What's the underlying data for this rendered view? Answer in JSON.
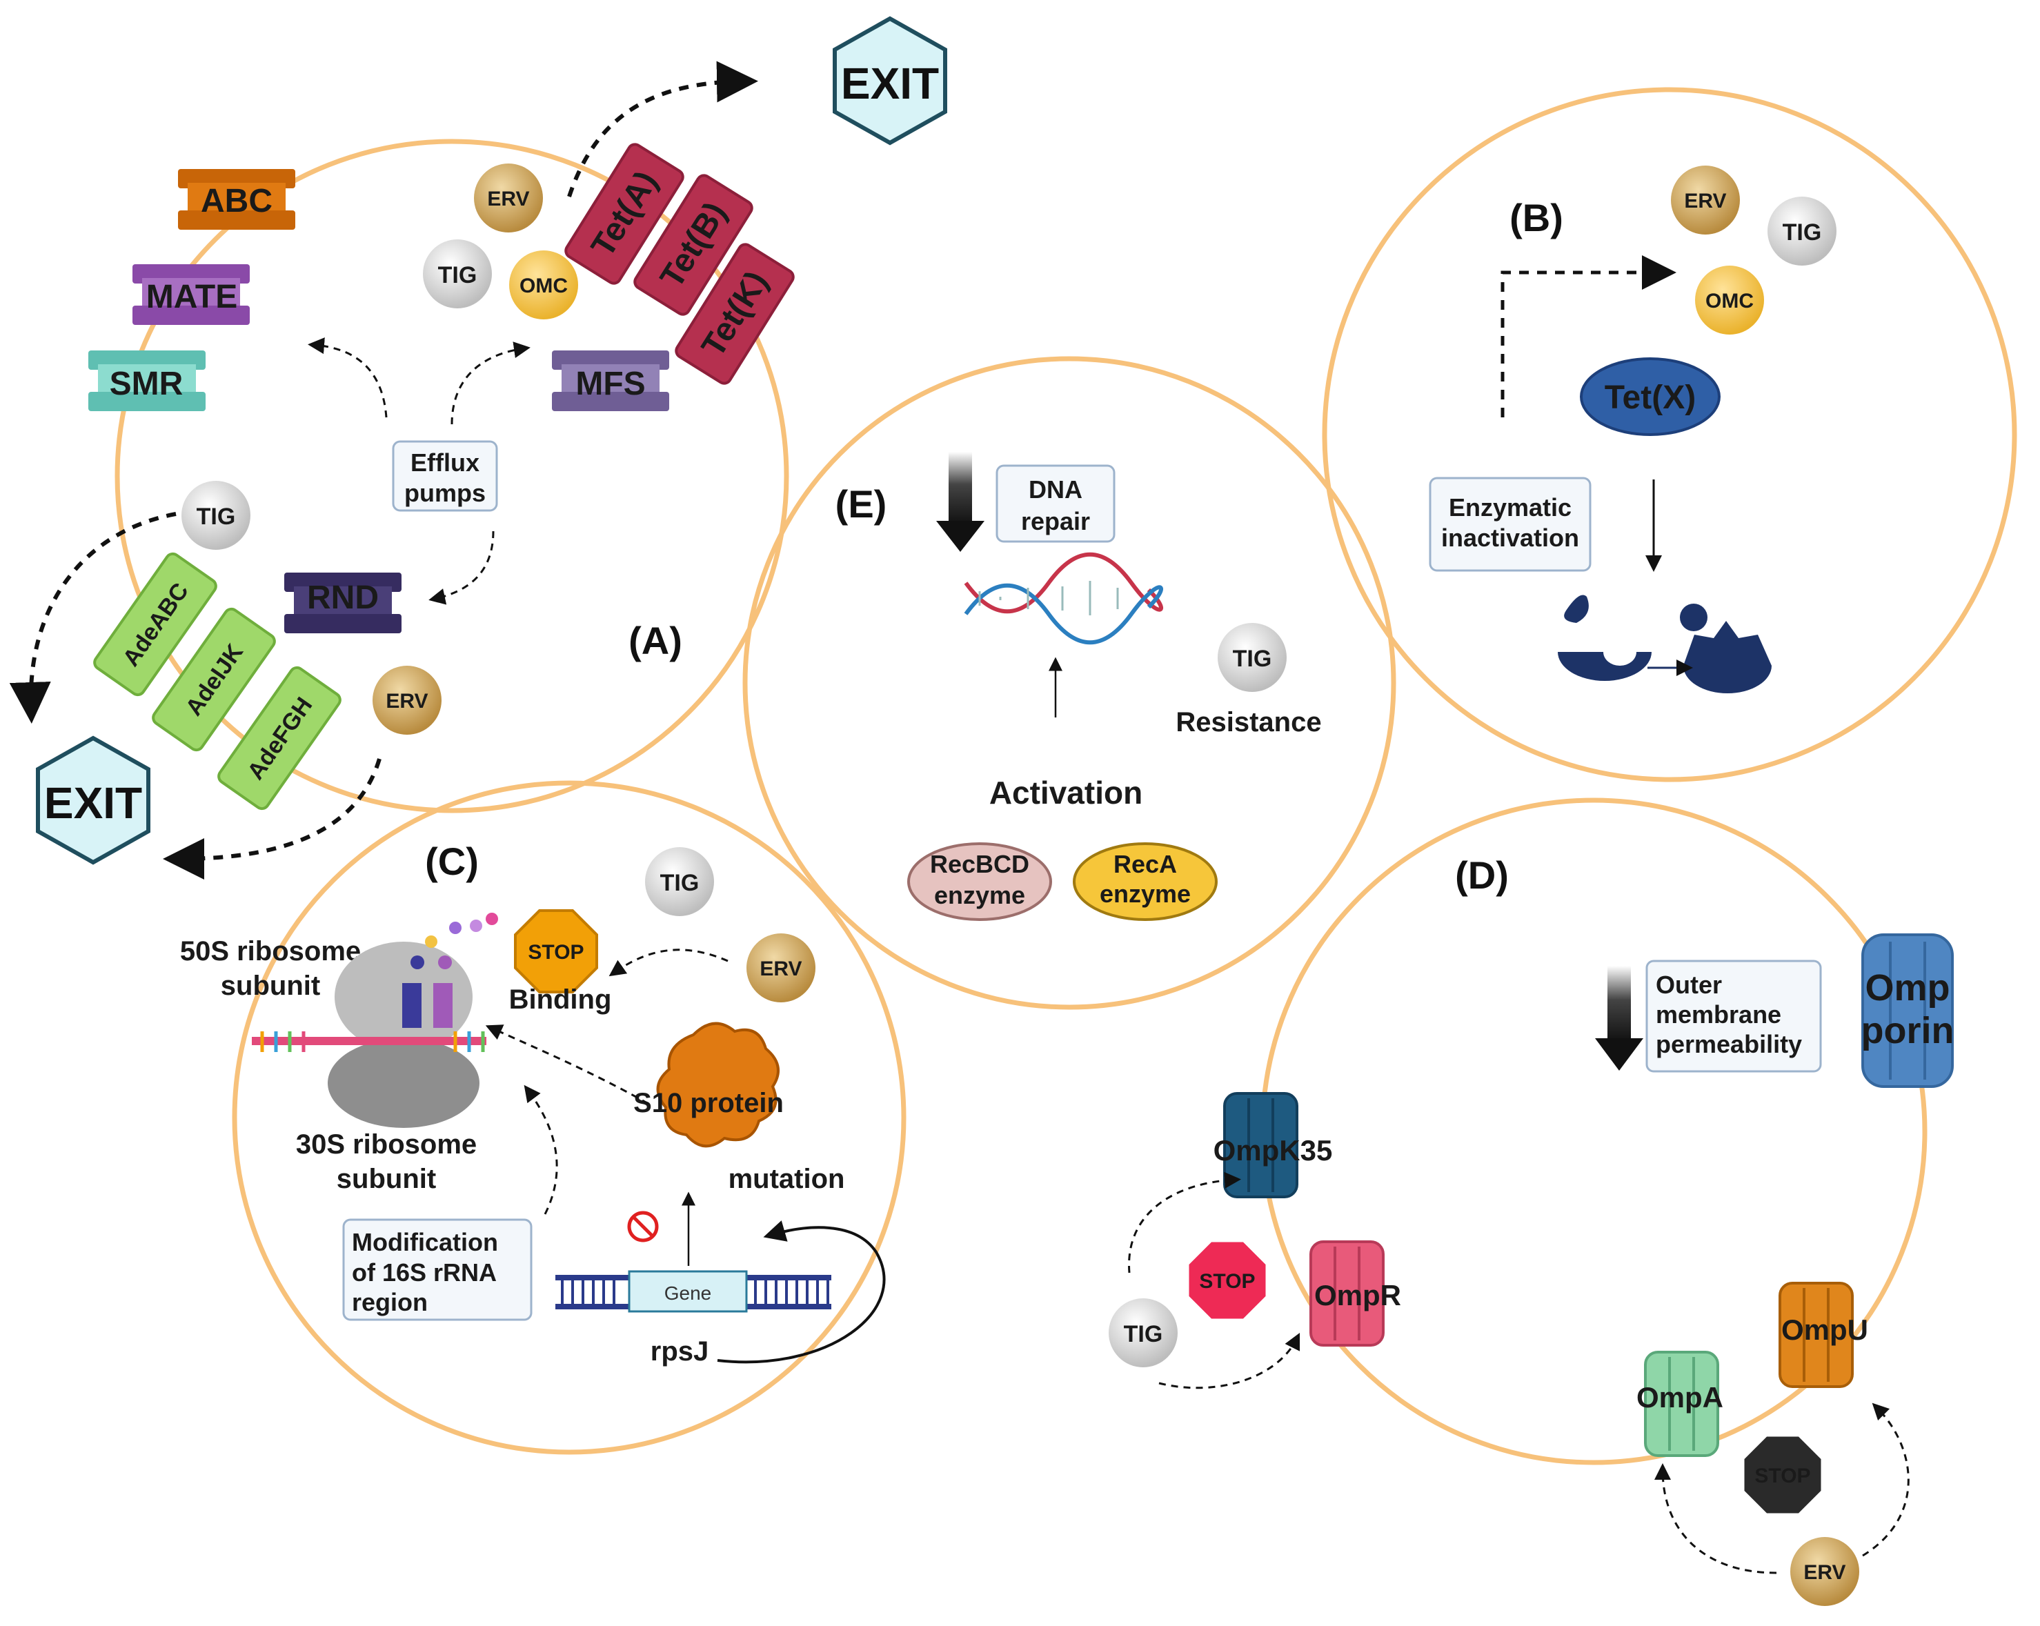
{
  "panels": {
    "a": "(A)",
    "b": "(B)",
    "c": "(C)",
    "d": "(D)",
    "e": "(E)"
  },
  "exit": {
    "top": "EXIT",
    "bottom": "EXIT"
  },
  "pumps": {
    "abc": "ABC",
    "mate": "MATE",
    "smr": "SMR",
    "mfs": "MFS",
    "rnd": "RND",
    "tet_a": "Tet(A)",
    "tet_b": "Tet(B)",
    "tet_k": "Tet(K)",
    "adeabc": "AdeABC",
    "adeijk": "AdeIJK",
    "adefgh": "AdeFGH"
  },
  "drugs": {
    "erv": "ERV",
    "tig": "TIG",
    "omc": "OMC"
  },
  "boxes": {
    "efflux": [
      "Efflux",
      "pumps"
    ],
    "enzymatic": [
      "Enzymatic",
      "inactivation"
    ],
    "dna_repair": [
      "DNA",
      "repair"
    ],
    "modification": [
      "Modification",
      "of 16S rRNA",
      "region"
    ],
    "outer_membrane": [
      "Outer",
      "membrane",
      "permeability"
    ]
  },
  "panel_b": {
    "tetx": "Tet(X)"
  },
  "panel_c": {
    "stop": "STOP",
    "binding": "Binding",
    "ribo50": [
      "50S ribosome",
      "subunit"
    ],
    "ribo30": [
      "30S ribosome",
      "subunit"
    ],
    "s10": "S10 protein",
    "mutation": "mutation",
    "gene": "Gene",
    "rpsj": "rpsJ"
  },
  "panel_e": {
    "resistance": "Resistance",
    "activation": "Activation",
    "recbcd": [
      "RecBCD",
      "enzyme"
    ],
    "reca": [
      "RecA",
      "enzyme"
    ]
  },
  "panel_d": {
    "omp_porin": [
      "Omp",
      "porin"
    ],
    "ompk35": "OmpK35",
    "ompr": "OmpR",
    "ompu": "OmpU",
    "ompa": "OmpA",
    "stop1": "STOP",
    "stop2": "STOP"
  },
  "colors": {
    "membrane": "#f7c17a",
    "abc": "#e07a12",
    "mate": "#9b5fb5",
    "smr": "#7fd1c4",
    "mfs": "#8a77ad",
    "rnd": "#4a3f78",
    "tet": "#b5304f",
    "ade": "#9fd86a",
    "erv": "#c9a15a",
    "tig": "#d6d6d6",
    "omc": "#f5c242",
    "exit_fill": "#d8f3f7",
    "exit_stroke": "#1f4e5e",
    "tetx": "#2f5fa6",
    "navy": "#1d3367",
    "box_fill": "#f3f7fb",
    "box_stroke": "#9db3cc"
  }
}
